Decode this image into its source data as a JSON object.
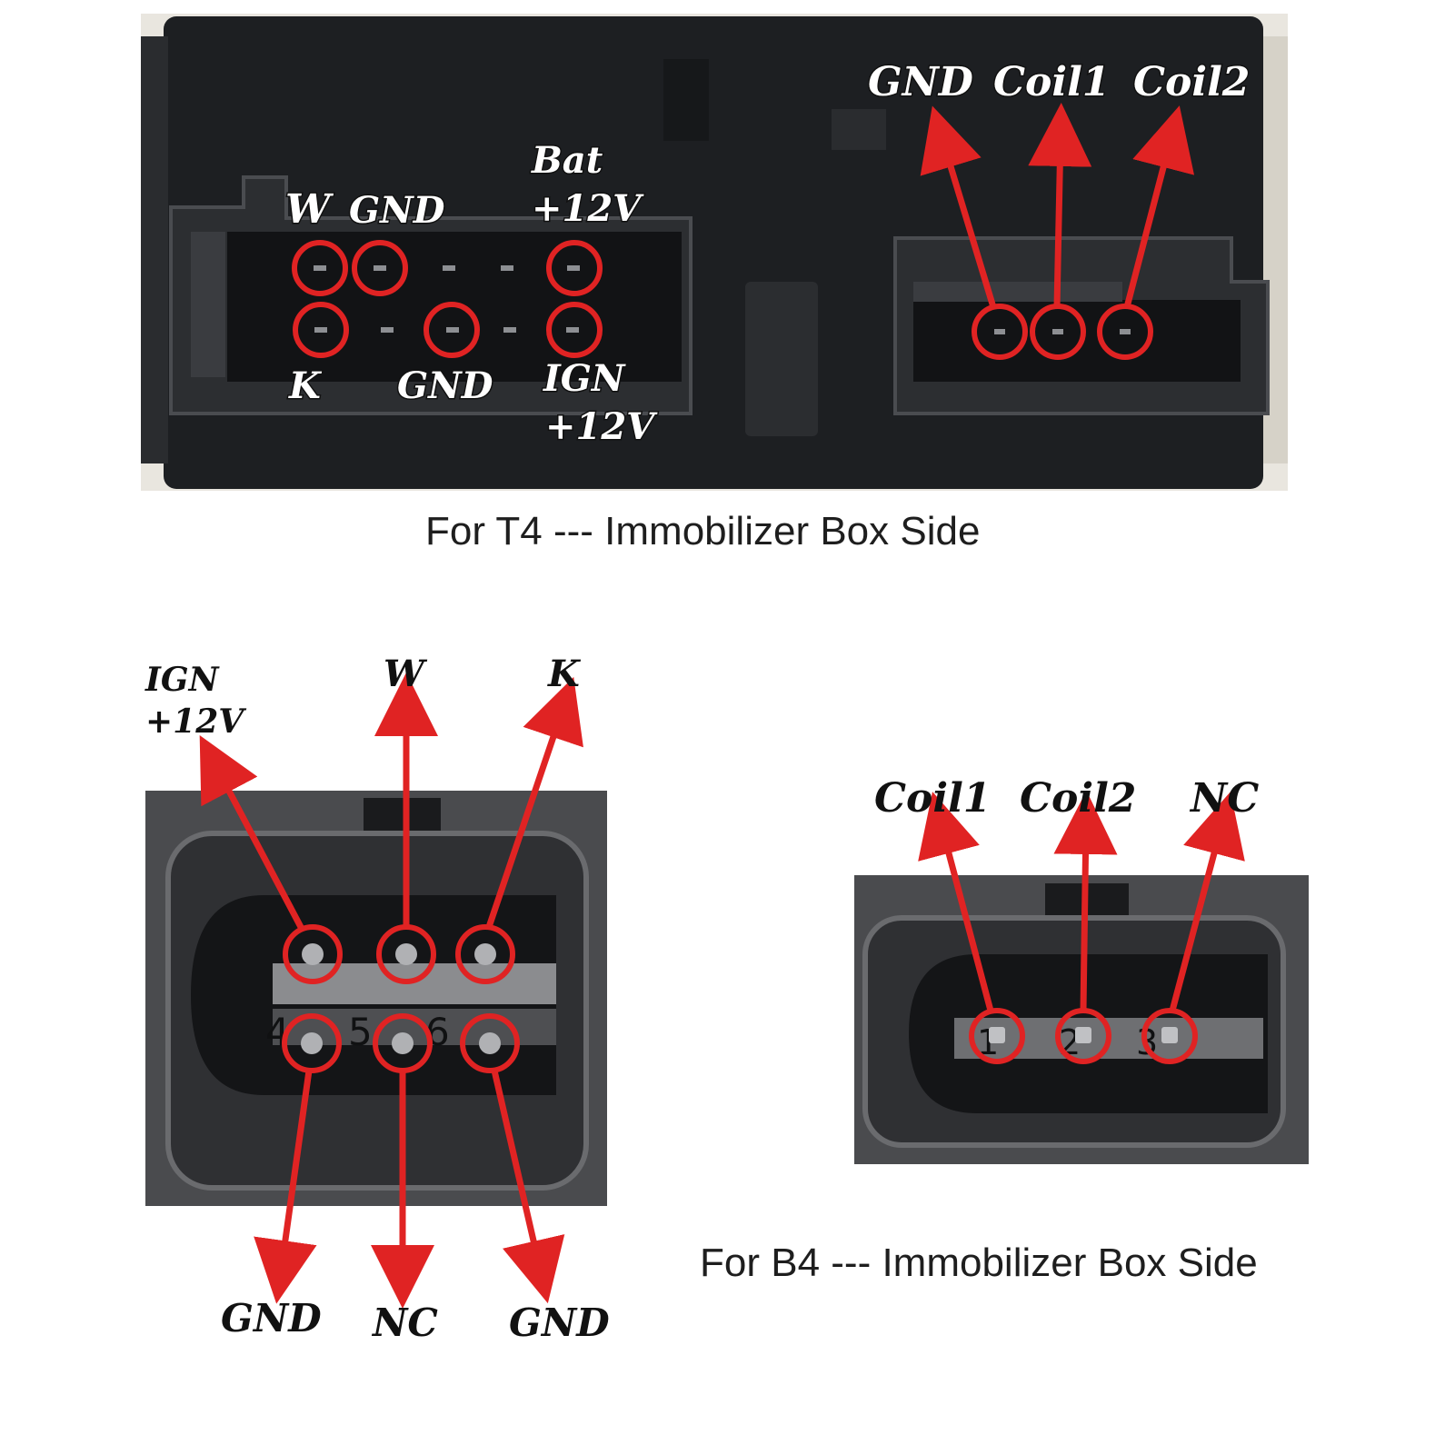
{
  "colors": {
    "accent_red": "#e02323",
    "box_black": "#1d1f22",
    "connector_gray": "#3a3b3e",
    "label_white": "#ffffff",
    "label_black": "#111111"
  },
  "t4": {
    "caption": "For T4 --- Immobilizer Box Side",
    "left_connector": {
      "top_labels": [
        "W",
        "GND",
        "Bat",
        "+12V"
      ],
      "bottom_labels": [
        "K",
        "GND",
        "IGN",
        "+12V"
      ]
    },
    "right_connector": {
      "labels": [
        "GND",
        "Coil1",
        "Coil2"
      ]
    }
  },
  "b4": {
    "caption": "For B4 --- Immobilizer Box Side",
    "six_pin": {
      "top_labels": [
        "IGN",
        "+12V",
        "W",
        "K"
      ],
      "bottom_labels": [
        "GND",
        "NC",
        "GND"
      ],
      "pin_numbers": [
        "4",
        "5",
        "6"
      ]
    },
    "three_pin": {
      "labels": [
        "Coil1",
        "Coil2",
        "NC"
      ],
      "pin_numbers": [
        "1",
        "2",
        "3"
      ]
    }
  },
  "icons": [
    "red-circle-marker",
    "red-arrow"
  ]
}
